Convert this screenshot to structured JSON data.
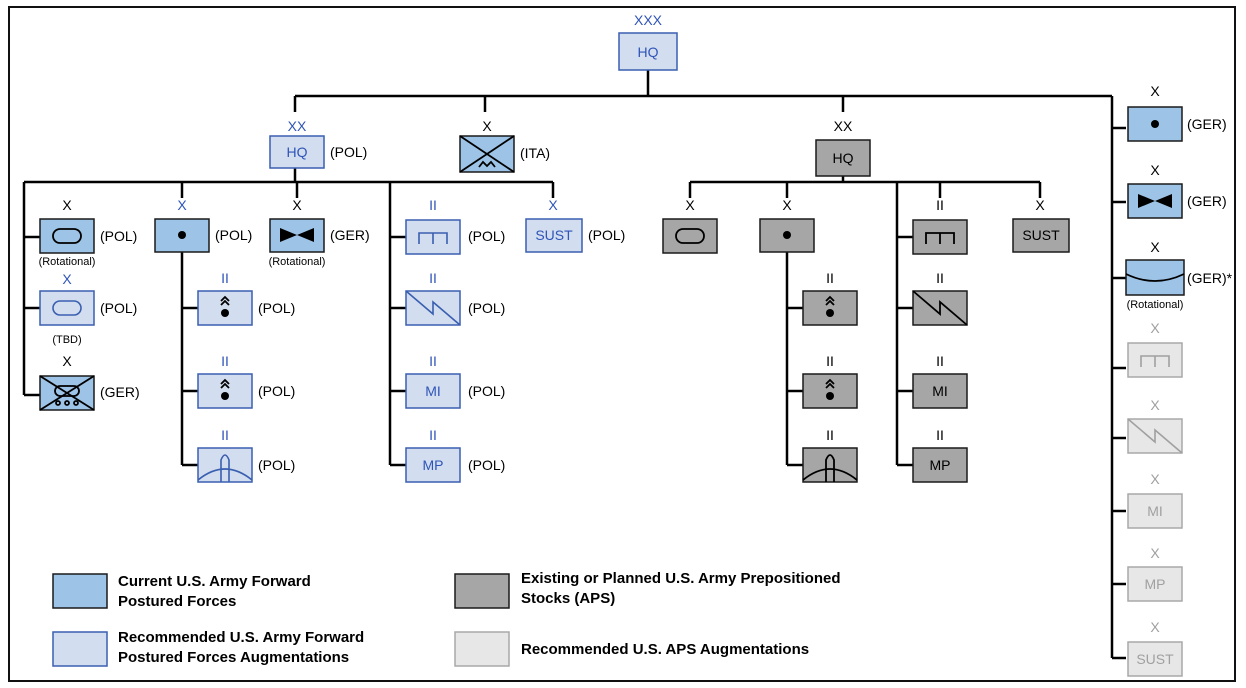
{
  "colors": {
    "current": "#9dc3e6",
    "current_stroke": "#1a1a1a",
    "recommended": "#d2ddef",
    "recommended_stroke": "#3a5fb0",
    "aps": "#a6a6a6",
    "aps_stroke": "#1a1a1a",
    "aps_aug": "#e7e7e7",
    "aps_aug_stroke": "#a8a8a8",
    "blue_text": "#2f55b8",
    "gray_text": "#a0a0a0"
  },
  "corps": {
    "echelon": "XXX",
    "label": "HQ"
  },
  "pol_division": {
    "echelon": "XX",
    "label": "HQ",
    "country": "(POL)"
  },
  "ita_brigade": {
    "echelon": "X",
    "country": "(ITA)"
  },
  "armor_bde": {
    "echelon": "X",
    "country": "(POL)",
    "note": "(Rotational)"
  },
  "armor_bde_tbd": {
    "echelon": "X",
    "country": "(POL)",
    "note": "(TBD)"
  },
  "cav_bde": {
    "echelon": "X",
    "country": "(GER)"
  },
  "arty_bde": {
    "echelon": "X",
    "country": "(POL)"
  },
  "arty_bn1": {
    "echelon": "II",
    "country": "(POL)"
  },
  "arty_bn2": {
    "echelon": "II",
    "country": "(POL)"
  },
  "ada_bn": {
    "echelon": "II",
    "country": "(POL)"
  },
  "avn_bde": {
    "echelon": "X",
    "country": "(GER)",
    "note": "(Rotational)"
  },
  "eng_bn": {
    "echelon": "II",
    "country": "(POL)"
  },
  "sig_bn": {
    "echelon": "II",
    "country": "(POL)"
  },
  "mi_bn": {
    "echelon": "II",
    "label": "MI",
    "country": "(POL)"
  },
  "mp_bn": {
    "echelon": "II",
    "label": "MP",
    "country": "(POL)"
  },
  "sust_bde": {
    "echelon": "X",
    "label": "SUST",
    "country": "(POL)"
  },
  "aps_division": {
    "echelon": "XX",
    "label": "HQ"
  },
  "aps_armor": {
    "echelon": "X"
  },
  "aps_arty": {
    "echelon": "X"
  },
  "aps_arty_bn1": {
    "echelon": "II"
  },
  "aps_arty_bn2": {
    "echelon": "II"
  },
  "aps_ada": {
    "echelon": "II"
  },
  "aps_eng_hdr": {
    "echelon": "II"
  },
  "aps_sig": {
    "echelon": "II"
  },
  "aps_mi": {
    "echelon": "II",
    "label": "MI"
  },
  "aps_mp": {
    "echelon": "II",
    "label": "MP"
  },
  "aps_sust": {
    "echelon": "X",
    "label": "SUST"
  },
  "ger_arty": {
    "echelon": "X",
    "country": "(GER)"
  },
  "ger_avn": {
    "echelon": "X",
    "country": "(GER)"
  },
  "ger_ada": {
    "echelon": "X",
    "country": "(GER)*",
    "note": "(Rotational)"
  },
  "aug_eng": {
    "echelon": "X"
  },
  "aug_sig": {
    "echelon": "X"
  },
  "aug_mi": {
    "echelon": "X",
    "label": "MI"
  },
  "aug_mp": {
    "echelon": "X",
    "label": "MP"
  },
  "aug_sust": {
    "echelon": "X",
    "label": "SUST"
  },
  "legend": {
    "current_1": "Current U.S. Army Forward",
    "current_2": "Postured Forces",
    "recommended_1": "Recommended U.S. Army Forward",
    "recommended_2": "Postured Forces Augmentations",
    "aps_1": "Existing or Planned U.S. Army Prepositioned",
    "aps_2": "Stocks (APS)",
    "aps_aug_1": "Recommended U.S. APS Augmentations"
  }
}
